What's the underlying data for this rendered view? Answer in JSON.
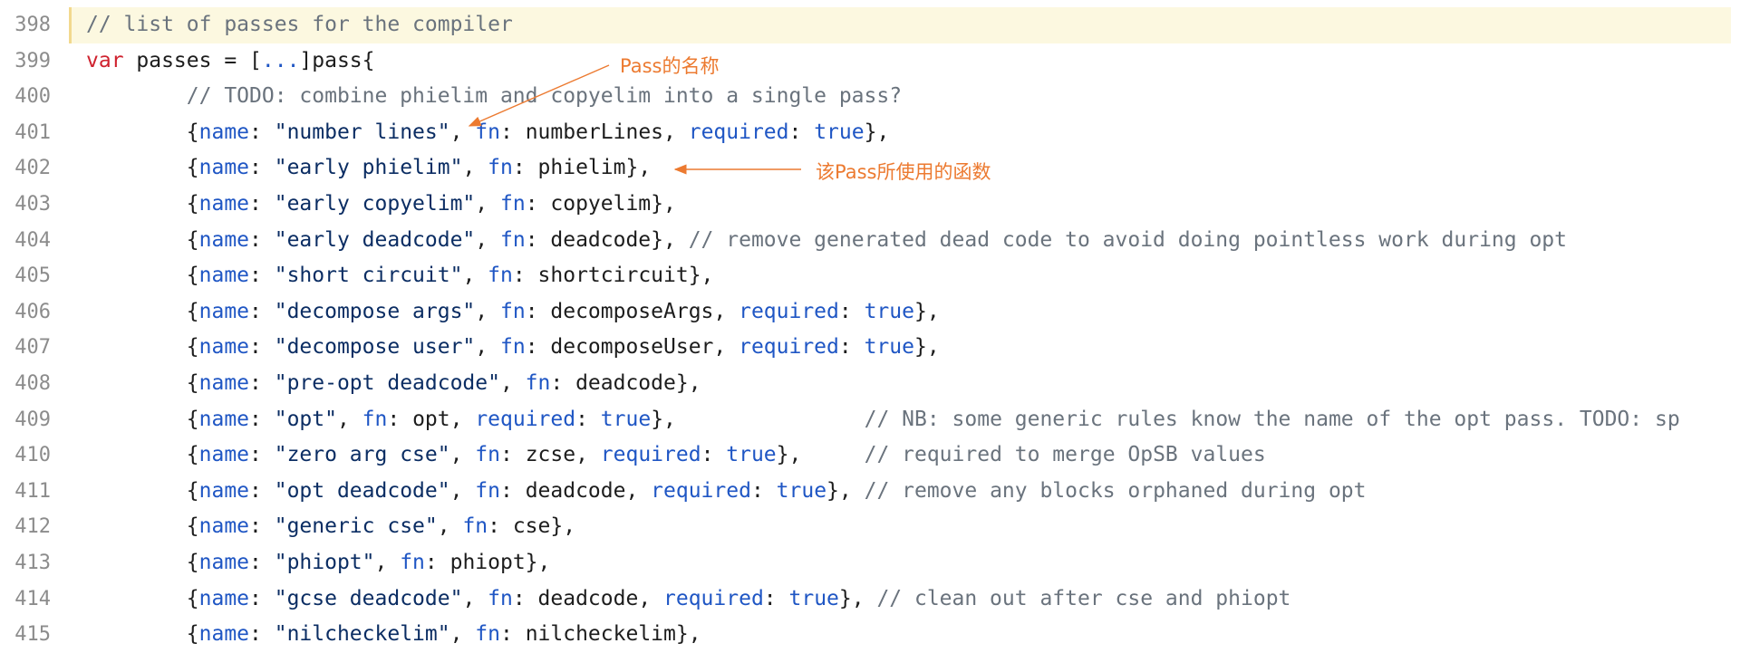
{
  "colors": {
    "comment": "#6a737d",
    "keyword": "#cf222e",
    "key": "#1f56c4",
    "string": "#0b2d63",
    "bool": "#1f56c4",
    "plain": "#1d1d1d",
    "annotation": "#ec7a30",
    "highlight_bg": "#fcf8e0"
  },
  "annotations": {
    "pass_name": "Pass的名称",
    "pass_function": "该Pass所使用的函数"
  },
  "lines": [
    {
      "num": "398",
      "highlight": true,
      "tokens": [
        {
          "t": "comment",
          "v": "// list of passes for the compiler"
        }
      ]
    },
    {
      "num": "399",
      "tokens": [
        {
          "t": "keyword",
          "v": "var"
        },
        {
          "t": "plain",
          "v": " passes = ["
        },
        {
          "t": "key",
          "v": "..."
        },
        {
          "t": "plain",
          "v": "]pass{"
        }
      ]
    },
    {
      "num": "400",
      "tokens": [
        {
          "t": "comment",
          "v": "        // TODO: combine phielim and copyelim into a single pass?"
        }
      ]
    },
    {
      "num": "401",
      "tokens": [
        {
          "t": "plain",
          "v": "        {"
        },
        {
          "t": "key",
          "v": "name"
        },
        {
          "t": "plain",
          "v": ": "
        },
        {
          "t": "string",
          "v": "\"number lines\""
        },
        {
          "t": "plain",
          "v": ", "
        },
        {
          "t": "key",
          "v": "fn"
        },
        {
          "t": "plain",
          "v": ": numberLines, "
        },
        {
          "t": "key",
          "v": "required"
        },
        {
          "t": "plain",
          "v": ": "
        },
        {
          "t": "bool",
          "v": "true"
        },
        {
          "t": "plain",
          "v": "},"
        }
      ]
    },
    {
      "num": "402",
      "tokens": [
        {
          "t": "plain",
          "v": "        {"
        },
        {
          "t": "key",
          "v": "name"
        },
        {
          "t": "plain",
          "v": ": "
        },
        {
          "t": "string",
          "v": "\"early phielim\""
        },
        {
          "t": "plain",
          "v": ", "
        },
        {
          "t": "key",
          "v": "fn"
        },
        {
          "t": "plain",
          "v": ": phielim},"
        }
      ]
    },
    {
      "num": "403",
      "tokens": [
        {
          "t": "plain",
          "v": "        {"
        },
        {
          "t": "key",
          "v": "name"
        },
        {
          "t": "plain",
          "v": ": "
        },
        {
          "t": "string",
          "v": "\"early copyelim\""
        },
        {
          "t": "plain",
          "v": ", "
        },
        {
          "t": "key",
          "v": "fn"
        },
        {
          "t": "plain",
          "v": ": copyelim},"
        }
      ]
    },
    {
      "num": "404",
      "tokens": [
        {
          "t": "plain",
          "v": "        {"
        },
        {
          "t": "key",
          "v": "name"
        },
        {
          "t": "plain",
          "v": ": "
        },
        {
          "t": "string",
          "v": "\"early deadcode\""
        },
        {
          "t": "plain",
          "v": ", "
        },
        {
          "t": "key",
          "v": "fn"
        },
        {
          "t": "plain",
          "v": ": deadcode}, "
        },
        {
          "t": "comment",
          "v": "// remove generated dead code to avoid doing pointless work during opt"
        }
      ]
    },
    {
      "num": "405",
      "tokens": [
        {
          "t": "plain",
          "v": "        {"
        },
        {
          "t": "key",
          "v": "name"
        },
        {
          "t": "plain",
          "v": ": "
        },
        {
          "t": "string",
          "v": "\"short circuit\""
        },
        {
          "t": "plain",
          "v": ", "
        },
        {
          "t": "key",
          "v": "fn"
        },
        {
          "t": "plain",
          "v": ": shortcircuit},"
        }
      ]
    },
    {
      "num": "406",
      "tokens": [
        {
          "t": "plain",
          "v": "        {"
        },
        {
          "t": "key",
          "v": "name"
        },
        {
          "t": "plain",
          "v": ": "
        },
        {
          "t": "string",
          "v": "\"decompose args\""
        },
        {
          "t": "plain",
          "v": ", "
        },
        {
          "t": "key",
          "v": "fn"
        },
        {
          "t": "plain",
          "v": ": decomposeArgs, "
        },
        {
          "t": "key",
          "v": "required"
        },
        {
          "t": "plain",
          "v": ": "
        },
        {
          "t": "bool",
          "v": "true"
        },
        {
          "t": "plain",
          "v": "},"
        }
      ]
    },
    {
      "num": "407",
      "tokens": [
        {
          "t": "plain",
          "v": "        {"
        },
        {
          "t": "key",
          "v": "name"
        },
        {
          "t": "plain",
          "v": ": "
        },
        {
          "t": "string",
          "v": "\"decompose user\""
        },
        {
          "t": "plain",
          "v": ", "
        },
        {
          "t": "key",
          "v": "fn"
        },
        {
          "t": "plain",
          "v": ": decomposeUser, "
        },
        {
          "t": "key",
          "v": "required"
        },
        {
          "t": "plain",
          "v": ": "
        },
        {
          "t": "bool",
          "v": "true"
        },
        {
          "t": "plain",
          "v": "},"
        }
      ]
    },
    {
      "num": "408",
      "tokens": [
        {
          "t": "plain",
          "v": "        {"
        },
        {
          "t": "key",
          "v": "name"
        },
        {
          "t": "plain",
          "v": ": "
        },
        {
          "t": "string",
          "v": "\"pre-opt deadcode\""
        },
        {
          "t": "plain",
          "v": ", "
        },
        {
          "t": "key",
          "v": "fn"
        },
        {
          "t": "plain",
          "v": ": deadcode},"
        }
      ]
    },
    {
      "num": "409",
      "tokens": [
        {
          "t": "plain",
          "v": "        {"
        },
        {
          "t": "key",
          "v": "name"
        },
        {
          "t": "plain",
          "v": ": "
        },
        {
          "t": "string",
          "v": "\"opt\""
        },
        {
          "t": "plain",
          "v": ", "
        },
        {
          "t": "key",
          "v": "fn"
        },
        {
          "t": "plain",
          "v": ": opt, "
        },
        {
          "t": "key",
          "v": "required"
        },
        {
          "t": "plain",
          "v": ": "
        },
        {
          "t": "bool",
          "v": "true"
        },
        {
          "t": "plain",
          "v": "},               "
        },
        {
          "t": "comment",
          "v": "// NB: some generic rules know the name of the opt pass. TODO: sp"
        }
      ]
    },
    {
      "num": "410",
      "tokens": [
        {
          "t": "plain",
          "v": "        {"
        },
        {
          "t": "key",
          "v": "name"
        },
        {
          "t": "plain",
          "v": ": "
        },
        {
          "t": "string",
          "v": "\"zero arg cse\""
        },
        {
          "t": "plain",
          "v": ", "
        },
        {
          "t": "key",
          "v": "fn"
        },
        {
          "t": "plain",
          "v": ": zcse, "
        },
        {
          "t": "key",
          "v": "required"
        },
        {
          "t": "plain",
          "v": ": "
        },
        {
          "t": "bool",
          "v": "true"
        },
        {
          "t": "plain",
          "v": "},     "
        },
        {
          "t": "comment",
          "v": "// required to merge OpSB values"
        }
      ]
    },
    {
      "num": "411",
      "tokens": [
        {
          "t": "plain",
          "v": "        {"
        },
        {
          "t": "key",
          "v": "name"
        },
        {
          "t": "plain",
          "v": ": "
        },
        {
          "t": "string",
          "v": "\"opt deadcode\""
        },
        {
          "t": "plain",
          "v": ", "
        },
        {
          "t": "key",
          "v": "fn"
        },
        {
          "t": "plain",
          "v": ": deadcode, "
        },
        {
          "t": "key",
          "v": "required"
        },
        {
          "t": "plain",
          "v": ": "
        },
        {
          "t": "bool",
          "v": "true"
        },
        {
          "t": "plain",
          "v": "}, "
        },
        {
          "t": "comment",
          "v": "// remove any blocks orphaned during opt"
        }
      ]
    },
    {
      "num": "412",
      "tokens": [
        {
          "t": "plain",
          "v": "        {"
        },
        {
          "t": "key",
          "v": "name"
        },
        {
          "t": "plain",
          "v": ": "
        },
        {
          "t": "string",
          "v": "\"generic cse\""
        },
        {
          "t": "plain",
          "v": ", "
        },
        {
          "t": "key",
          "v": "fn"
        },
        {
          "t": "plain",
          "v": ": cse},"
        }
      ]
    },
    {
      "num": "413",
      "tokens": [
        {
          "t": "plain",
          "v": "        {"
        },
        {
          "t": "key",
          "v": "name"
        },
        {
          "t": "plain",
          "v": ": "
        },
        {
          "t": "string",
          "v": "\"phiopt\""
        },
        {
          "t": "plain",
          "v": ", "
        },
        {
          "t": "key",
          "v": "fn"
        },
        {
          "t": "plain",
          "v": ": phiopt},"
        }
      ]
    },
    {
      "num": "414",
      "tokens": [
        {
          "t": "plain",
          "v": "        {"
        },
        {
          "t": "key",
          "v": "name"
        },
        {
          "t": "plain",
          "v": ": "
        },
        {
          "t": "string",
          "v": "\"gcse deadcode\""
        },
        {
          "t": "plain",
          "v": ", "
        },
        {
          "t": "key",
          "v": "fn"
        },
        {
          "t": "plain",
          "v": ": deadcode, "
        },
        {
          "t": "key",
          "v": "required"
        },
        {
          "t": "plain",
          "v": ": "
        },
        {
          "t": "bool",
          "v": "true"
        },
        {
          "t": "plain",
          "v": "}, "
        },
        {
          "t": "comment",
          "v": "// clean out after cse and phiopt"
        }
      ]
    },
    {
      "num": "415",
      "tokens": [
        {
          "t": "plain",
          "v": "        {"
        },
        {
          "t": "key",
          "v": "name"
        },
        {
          "t": "plain",
          "v": ": "
        },
        {
          "t": "string",
          "v": "\"nilcheckelim\""
        },
        {
          "t": "plain",
          "v": ", "
        },
        {
          "t": "key",
          "v": "fn"
        },
        {
          "t": "plain",
          "v": ": nilcheckelim},"
        }
      ]
    }
  ]
}
